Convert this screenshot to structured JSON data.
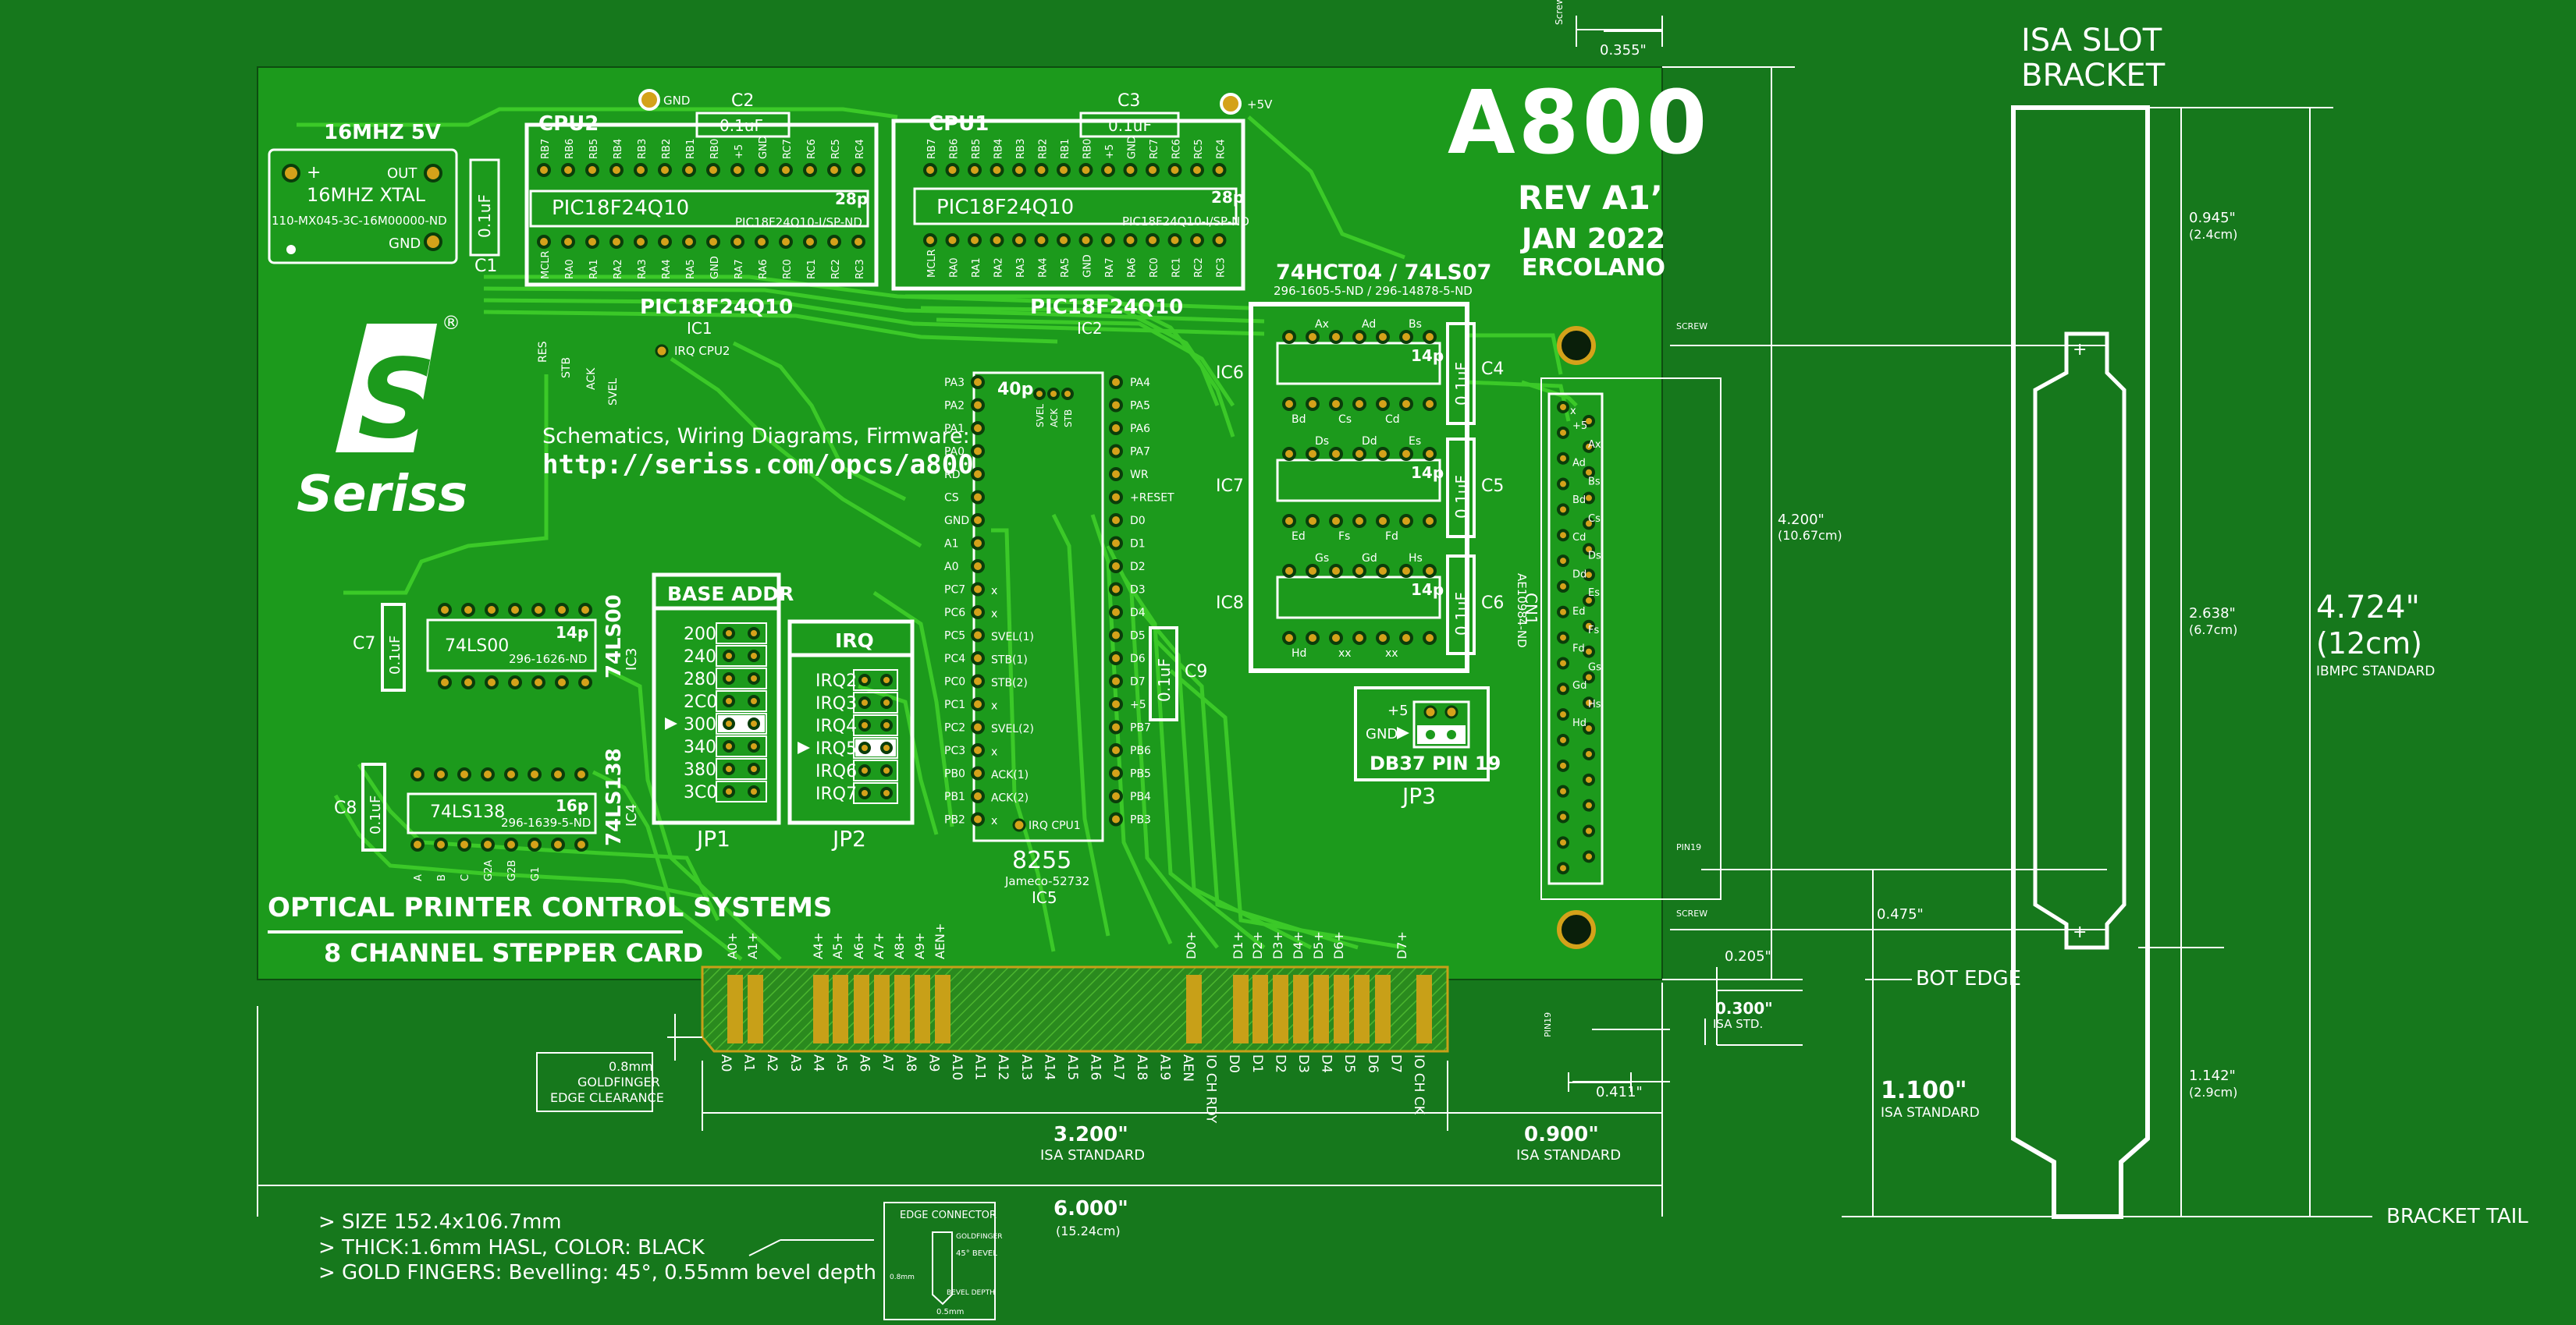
{
  "title": {
    "main": "A800",
    "rev": "REV A1’",
    "date": "JAN 2022",
    "place": "ERCOLANO"
  },
  "logo": {
    "letter": "S",
    "name": "Seriss",
    "reg": "®"
  },
  "schematics": {
    "line1": "Schematics, Wiring Diagrams, Firmware:",
    "line2": "http://seriss.com/opcs/a800"
  },
  "footer": {
    "line1": "OPTICAL PRINTER CONTROL SYSTEMS",
    "line2": "8 CHANNEL STEPPER CARD"
  },
  "xtal": {
    "top": "16MHZ 5V",
    "label": "16MHZ XTAL",
    "part": "110-MX045-3C-16M00000-ND",
    "out": "OUT",
    "gnd": "GND",
    "plus": "+"
  },
  "caps": {
    "c1": "C1",
    "c2": "C2",
    "c3": "C3",
    "c4": "C4",
    "c5": "C5",
    "c6": "C6",
    "c7": "C7",
    "c8": "C8",
    "c9": "C9",
    "value": "0.1uF"
  },
  "power": {
    "gnd": "GND",
    "vcc": "+5V"
  },
  "cpu2": {
    "title": "CPU2",
    "chip": "PIC18F24Q10",
    "part": "PIC18F24Q10-I/SP-ND",
    "pins": "28p",
    "ref": "IC1",
    "below": "PIC18F24Q10",
    "top_pins": [
      "RB7",
      "RB6",
      "RB5",
      "RB4",
      "RB3",
      "RB2",
      "RB1",
      "RB0",
      "+5",
      "GND",
      "RC7",
      "RC6",
      "RC5",
      "RC4"
    ],
    "bot_pins": [
      "MCLR",
      "RA0",
      "RA1",
      "RA2",
      "RA3",
      "RA4",
      "RA5",
      "GND",
      "RA7",
      "RA6",
      "RC0",
      "RC1",
      "RC2",
      "RC3"
    ]
  },
  "cpu1": {
    "title": "CPU1",
    "chip": "PIC18F24Q10",
    "part": "PIC18F24Q10-I/SP-ND",
    "pins": "28p",
    "ref": "IC2",
    "below": "PIC18F24Q10",
    "top_pins": [
      "RB7",
      "RB6",
      "RB5",
      "RB4",
      "RB3",
      "RB2",
      "RB1",
      "RB0",
      "+5",
      "GND",
      "RC7",
      "RC6",
      "RC5",
      "RC4"
    ],
    "bot_pins": [
      "MCLR",
      "RA0",
      "RA1",
      "RA2",
      "RA3",
      "RA4",
      "RA5",
      "GND",
      "RA7",
      "RA6",
      "RC0",
      "RC1",
      "RC2",
      "RC3"
    ]
  },
  "irq_labels": {
    "cpu2": "IRQ CPU2",
    "cpu1": "IRQ CPU1",
    "res": "RES",
    "stb": "STB",
    "ack": "ACK",
    "svel": "SVEL"
  },
  "hct": {
    "title": "74HCT04  / 74LS07",
    "part": "296-1605-5-ND / 296-14878-5-ND",
    "ic6": "IC6",
    "ic7": "IC7",
    "ic8": "IC8",
    "pins": "14p",
    "ic6_top": [
      "Ax",
      "Ad",
      "Bs"
    ],
    "ic6_bot": [
      "Bd",
      "Cs",
      "Cd"
    ],
    "ic7_top": [
      "Ds",
      "Dd",
      "Es"
    ],
    "ic7_bot": [
      "Ed",
      "Fs",
      "Fd"
    ],
    "ic8_top": [
      "Gs",
      "Gd",
      "Hs"
    ],
    "ic8_bot": [
      "Hd",
      "xx",
      "xx"
    ]
  },
  "cn1": {
    "ref": "CN1",
    "part": "AE10984-ND",
    "pins": [
      "+5",
      "Ax",
      "Ad",
      "Bs",
      "Bd",
      "Cs",
      "Cd",
      "Ds",
      "Dd",
      "Es",
      "Ed",
      "Fs",
      "Fd",
      "Gs",
      "Gd",
      "Hs",
      "Hd"
    ],
    "x": "x"
  },
  "jp3": {
    "title": "DB37 PIN 19",
    "ref": "JP3",
    "plus": "+5",
    "gnd": "GND"
  },
  "ls00": {
    "chip": "74LS00",
    "part": "296-1626-ND",
    "pins": "14p",
    "side": "74LS00",
    "ref": "IC3"
  },
  "ls138": {
    "chip": "74LS138",
    "part": "296-1639-5-ND",
    "pins": "16p",
    "side": "74LS138",
    "ref": "IC4",
    "bot": [
      "A",
      "B",
      "C",
      "G2A",
      "G2B",
      "G1"
    ]
  },
  "jp1": {
    "title": "BASE ADDR",
    "ref": "JP1",
    "items": [
      "200",
      "240",
      "280",
      "2C0",
      "300",
      "340",
      "380",
      "3C0"
    ],
    "selected": "300"
  },
  "jp2": {
    "title": "IRQ",
    "ref": "JP2",
    "items": [
      "IRQ2",
      "IRQ3",
      "IRQ4",
      "IRQ5",
      "IRQ6",
      "IRQ7"
    ],
    "selected": "IRQ5"
  },
  "ic5": {
    "chip": "8255",
    "part": "Jameco-52732",
    "ref": "IC5",
    "pins": "40p",
    "left": [
      "PA3",
      "PA2",
      "PA1",
      "PA0",
      "RD",
      "CS",
      "GND",
      "A1",
      "A0",
      "PC7",
      "PC6",
      "PC5",
      "PC4",
      "PC0",
      "PC1",
      "PC2",
      "PC3",
      "PB0",
      "PB1",
      "PB2"
    ],
    "right": [
      "PA4",
      "PA5",
      "PA6",
      "PA7",
      "WR",
      "+RESET",
      "D0",
      "D1",
      "D2",
      "D3",
      "D4",
      "D5",
      "D6",
      "D7",
      "+5",
      "PB7",
      "PB6",
      "PB5",
      "PB4",
      "PB3"
    ],
    "mid_right": [
      "x",
      "x",
      "SVEL(1)",
      "STB(1)",
      "STB(2)",
      "x",
      "SVEL(2)",
      "x",
      "ACK(1)",
      "ACK(2)",
      "x"
    ],
    "top_labels": [
      "SVEL",
      "ACK",
      "STB"
    ]
  },
  "edge": {
    "top_labels": [
      "A0+",
      "A1+",
      "A4+",
      "A5+",
      "A6+",
      "A7+",
      "A8+",
      "A9+",
      "AEN+",
      "D0+",
      "D1+",
      "D2+",
      "D3+",
      "D4+",
      "D5+",
      "D6+",
      "D7+"
    ],
    "bottom_labels": [
      "A0",
      "A1",
      "A2",
      "A3",
      "A4",
      "A5",
      "A6",
      "A7",
      "A8",
      "A9",
      "A10",
      "A11",
      "A12",
      "A13",
      "A14",
      "A15",
      "A16",
      "A17",
      "A18",
      "A19",
      "AEN",
      "IO CH RDY",
      "D0",
      "D1",
      "D2",
      "D3",
      "D4",
      "D5",
      "D6",
      "D7",
      "IO CH CK"
    ]
  },
  "dims": {
    "d3200": "3.200\"",
    "d3200_sub": "ISA STANDARD",
    "d0900": "0.900\"",
    "d0900_sub": "ISA STANDARD",
    "d6000": "6.000\"",
    "d6000_sub": "(15.24cm)",
    "d0355": "0.355\"",
    "screw": "Screw",
    "d4200": "4.200\"",
    "d4200_sub": "(10.67cm)",
    "d0475": "0.475\"",
    "d0205": "0.205\"",
    "d0300": "0.300\"",
    "d0300_sub": "ISA STD.",
    "d0411": "0.411\"",
    "bot_edge": "BOT EDGE",
    "d1100": "1.100\"",
    "d1100_sub": "ISA STANDARD",
    "clear1": "0.8mm",
    "clear2": "GOLDFINGER",
    "clear3": "EDGE CLEARANCE",
    "pin19": "PIN19",
    "pin19b": "PIN19",
    "screw1": "SCREW",
    "screw2": "SCREW"
  },
  "bracket": {
    "title1": "ISA SLOT",
    "title2": "BRACKET",
    "d0945": "0.945\"",
    "d0945_sub": "(2.4cm)",
    "d2638": "2.638\"",
    "d2638_sub": "(6.7cm)",
    "d1142": "1.142\"",
    "d1142_sub": "(2.9cm)",
    "d4724": "4.724\"",
    "d4724_sub": "(12cm)",
    "d4724_sub2": "IBMPC STANDARD",
    "tail": "BRACKET TAIL"
  },
  "notes": {
    "n1": "> SIZE 152.4x106.7mm",
    "n2": "> THICK:1.6mm HASL, COLOR: BLACK",
    "n3": "> GOLD FINGERS: Bevelling: 45°, 0.55mm bevel depth"
  },
  "inset": {
    "title": "EDGE CONNECTOR",
    "gold": "GOLDFINGER",
    "bevel": "45° BEVEL",
    "mm08": "0.8mm",
    "depth": "BEVEL DEPTH",
    "mm05": "0.5mm"
  },
  "colors": {
    "board": "#1c9a1c",
    "bg": "#16781c",
    "silk": "#ffffff",
    "copper": "#c8a018",
    "trace": "#3fcf2a",
    "pad": "#d4a21a"
  }
}
